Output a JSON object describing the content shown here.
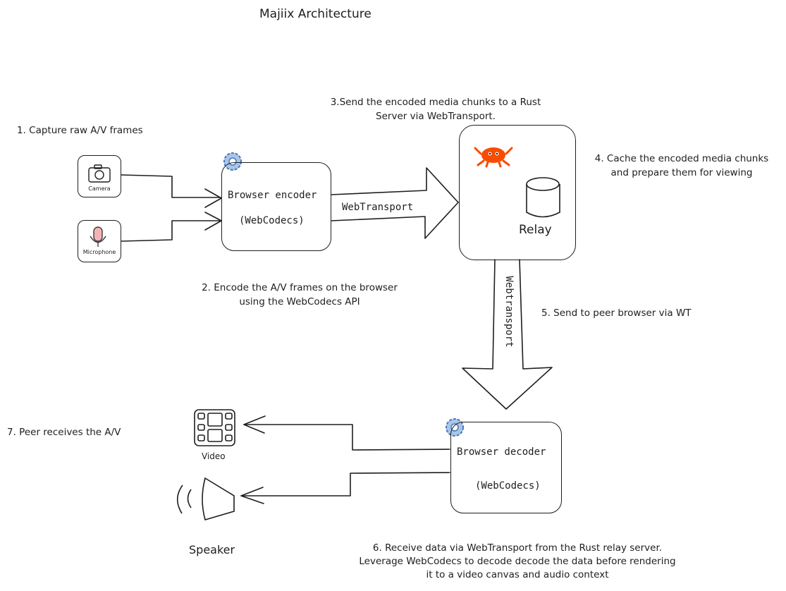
{
  "title": "Majiix Architecture",
  "steps": {
    "step1": "1. Capture raw A/V frames",
    "step2_line1": "2. Encode the A/V frames on the browser",
    "step2_line2": "using the WebCodecs API",
    "step3_line1": "3.Send the encoded media chunks to a Rust",
    "step3_line2": "Server via WebTransport.",
    "step4_line1": "4. Cache the encoded media chunks",
    "step4_line2": "and prepare them for viewing",
    "step5": "5. Send to peer browser via WT",
    "step6_line1": "6. Receive data via WebTransport from the Rust relay server.",
    "step6_line2": "Leverage WebCodecs to decode decode the data before rendering",
    "step6_line3": "it to a video canvas and audio context",
    "step7": "7. Peer receives the A/V"
  },
  "nodes": {
    "camera_label": "Camera",
    "microphone_label": "Microphone",
    "encoder_title": "Browser encoder",
    "encoder_sub": "(WebCodecs)",
    "relay_label": "Relay",
    "decoder_title": "Browser decoder",
    "decoder_sub": "(WebCodecs)",
    "video_label": "Video",
    "speaker_label": "Speaker"
  },
  "edges": {
    "encoder_to_relay": "WebTransport",
    "relay_to_decoder": "Webtransport"
  },
  "colors": {
    "stroke": "#1e1e1e",
    "rust_crab": "#f74c00",
    "mic": "#f4b4b4",
    "gear": "#6c9bd2"
  }
}
